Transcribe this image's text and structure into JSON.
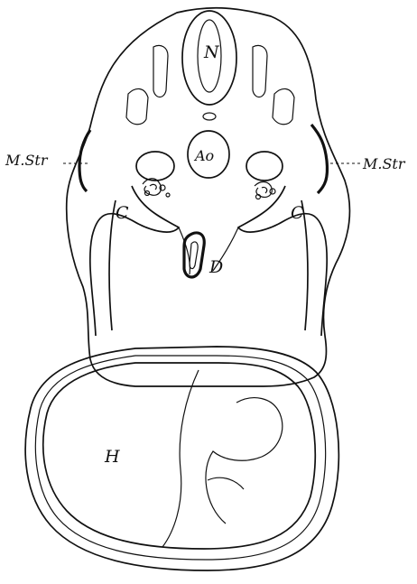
{
  "labels": {
    "neural_tube": "N",
    "aorta": "Ao",
    "left_muscle": "M.Str",
    "right_muscle": "M.Str",
    "left_coelom": "C",
    "right_coelom": "C",
    "gut": "D",
    "heart": "H"
  }
}
